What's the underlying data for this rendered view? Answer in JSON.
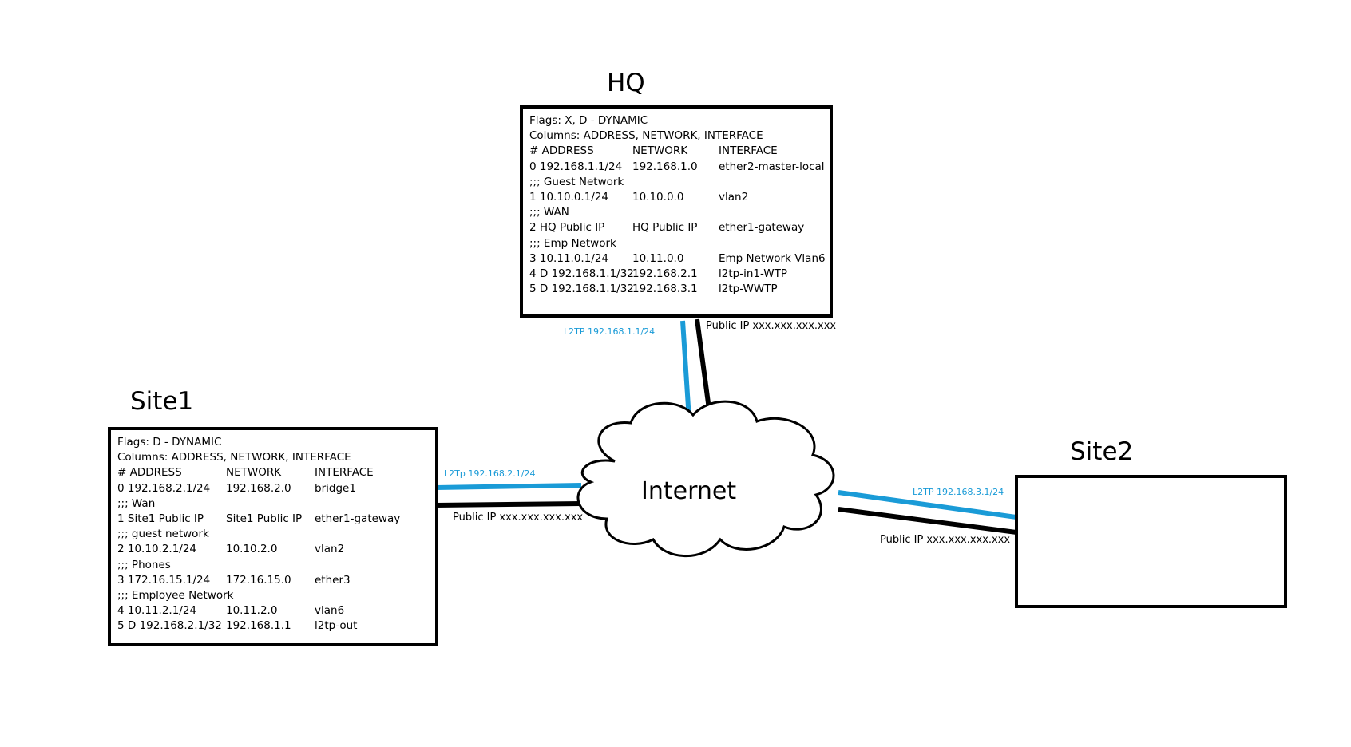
{
  "colors": {
    "l2tp": "#1a9bd7",
    "public": "#000000"
  },
  "internet": {
    "label": "Internet"
  },
  "hq": {
    "title": "HQ",
    "lines": [
      {
        "cols": [
          "Flags: X, D - DYNAMIC"
        ]
      },
      {
        "cols": [
          "Columns: ADDRESS, NETWORK, INTERFACE"
        ]
      },
      {
        "cols": [
          "#   ADDRESS",
          "NETWORK",
          "INTERFACE"
        ]
      },
      {
        "cols": [
          "0   192.168.1.1/24",
          "192.168.1.0",
          "ether2-master-local"
        ]
      },
      {
        "cols": [
          ";;; Guest Network"
        ]
      },
      {
        "cols": [
          "1   10.10.0.1/24",
          "10.10.0.0",
          "vlan2"
        ]
      },
      {
        "cols": [
          ";;; WAN"
        ]
      },
      {
        "cols": [
          "2   HQ Public IP",
          "HQ Public IP",
          "ether1-gateway"
        ]
      },
      {
        "cols": [
          ";;; Emp Network"
        ]
      },
      {
        "cols": [
          "3   10.11.0.1/24",
          "10.11.0.0",
          "Emp Network Vlan6"
        ]
      },
      {
        "cols": [
          "4 D 192.168.1.1/32",
          "192.168.2.1",
          "l2tp-in1-WTP"
        ]
      },
      {
        "cols": [
          "5 D 192.168.1.1/32",
          "192.168.3.1",
          "l2tp-WWTP"
        ]
      }
    ],
    "l2tp_label": "L2TP 192.168.1.1/24",
    "public_label": "Public IP xxx.xxx.xxx.xxx"
  },
  "site1": {
    "title": "Site1",
    "lines": [
      {
        "cols": [
          "Flags: D - DYNAMIC"
        ]
      },
      {
        "cols": [
          "Columns: ADDRESS, NETWORK, INTERFACE"
        ]
      },
      {
        "cols": [
          "#   ADDRESS",
          "NETWORK",
          "INTERFACE"
        ]
      },
      {
        "cols": [
          "0   192.168.2.1/24",
          "192.168.2.0",
          "bridge1"
        ]
      },
      {
        "cols": [
          ";;; Wan"
        ]
      },
      {
        "cols": [
          "1   Site1 Public IP",
          "Site1 Public IP",
          "ether1-gateway"
        ]
      },
      {
        "cols": [
          ";;; guest network"
        ]
      },
      {
        "cols": [
          "2   10.10.2.1/24",
          "10.10.2.0",
          "vlan2"
        ]
      },
      {
        "cols": [
          ";;; Phones"
        ]
      },
      {
        "cols": [
          "3   172.16.15.1/24",
          "172.16.15.0",
          "ether3"
        ]
      },
      {
        "cols": [
          ";;; Employee Network"
        ]
      },
      {
        "cols": [
          "4   10.11.2.1/24",
          "10.11.2.0",
          "vlan6"
        ]
      },
      {
        "cols": [
          "5 D 192.168.2.1/32",
          "192.168.1.1",
          "l2tp-out"
        ]
      }
    ],
    "l2tp_label": "L2Tp 192.168.2.1/24",
    "public_label": "Public IP xxx.xxx.xxx.xxx"
  },
  "site2": {
    "title": "Site2",
    "l2tp_label": "L2TP 192.168.3.1/24",
    "public_label": "Public IP xxx.xxx.xxx.xxx"
  }
}
